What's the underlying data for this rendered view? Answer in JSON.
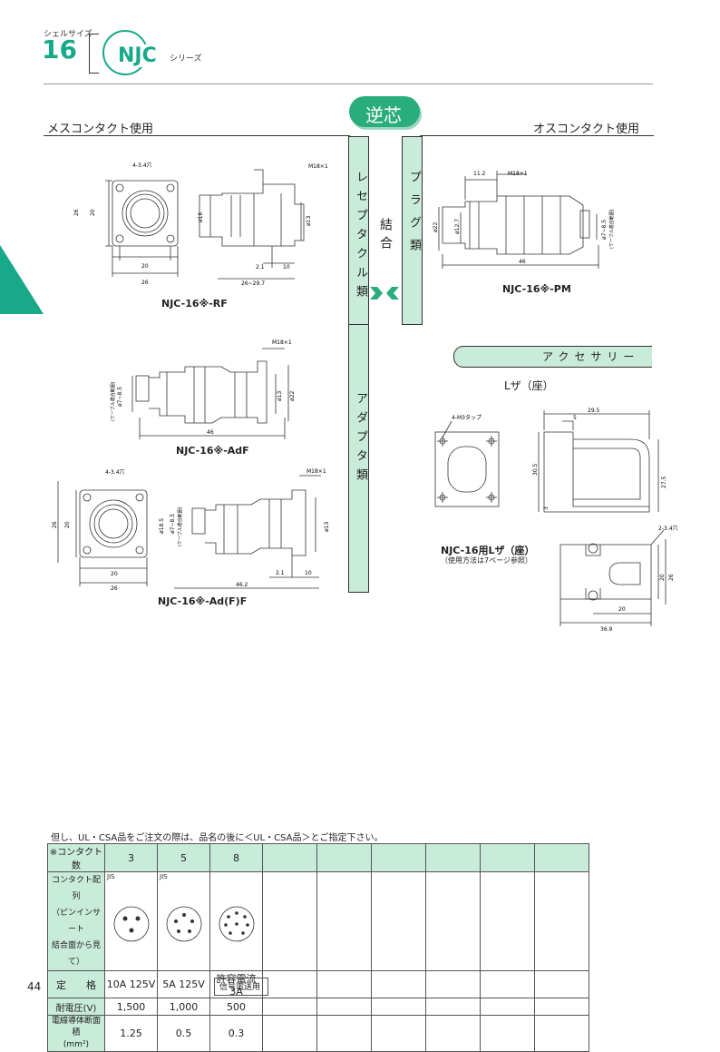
{
  "header": {
    "shell_label": "シェルサイズ",
    "shell_size": "16",
    "series_name": "NJC",
    "series_suffix": "シリーズ"
  },
  "reverse_badge": "逆芯",
  "left_heading": "メスコンタクト使用",
  "right_heading": "オスコンタクト使用",
  "column_receptacle": "レセプタクル類",
  "column_coupling": "結合",
  "column_plug": "プラグ類",
  "column_adapter": "アダプタ類",
  "accessory_heading": "アクセサリー",
  "drawings": {
    "rf": {
      "caption": "NJC-16※-RF",
      "dims": {
        "holes": "4-3.4穴",
        "thread": "M18×1",
        "w26": "26",
        "h26": "26",
        "w20": "20",
        "h20": "20",
        "d16": "ø16",
        "d13": "ø13",
        "l21": "2.1",
        "l10": "10",
        "l2629": "26~29.7"
      }
    },
    "pm": {
      "caption": "NJC-16※-PM",
      "dims": {
        "l112": "11.2",
        "thread": "M18×1",
        "d22": "ø22",
        "d127": "ø12.7",
        "d785": "ø7~8.5",
        "cable": "(ケーブル適合範囲)",
        "l46": "46"
      }
    },
    "adf": {
      "caption": "NJC-16※-AdF",
      "dims": {
        "thread": "M18×1",
        "d785": "ø7~8.5",
        "cable": "(ケーブル適合範囲)",
        "d13": "ø13",
        "d22": "ø22",
        "l46": "46"
      }
    },
    "adff": {
      "caption": "NJC-16※-Ad(F)F",
      "dims": {
        "holes": "4-3.4穴",
        "thread": "M18×1",
        "w26": "26",
        "h26": "26",
        "w20": "20",
        "h20": "20",
        "d185": "ø18.5",
        "d785": "ø7~8.5",
        "cable": "(ケーブル適合範囲)",
        "d13": "ø13",
        "l21": "2.1",
        "l10": "10",
        "l462": "46.2"
      }
    },
    "lbracket": {
      "title": "Lザ（座）",
      "caption": "NJC-16用Lザ（座）",
      "note": "（使用方法は7ページ参照）",
      "dims": {
        "tap": "4-M3タップ",
        "l295": "29.5",
        "l5": "5",
        "l305": "30.5",
        "l275": "27.5",
        "l3": "3",
        "holes": "2-3.4穴",
        "w20": "20",
        "w369": "36.9",
        "h20": "20",
        "h26": "26"
      }
    }
  },
  "note_line": "但し、UL・CSA品をご注文の際は、品名の後に＜UL・CSA品＞とご指定下さい。",
  "table": {
    "row_labels": {
      "contacts": "※コンタクト数",
      "layout": [
        "コンタクト配列",
        "（ピンインサート",
        "結合面から見て）"
      ],
      "rating": "定　　格",
      "voltage": "耐電圧(V)",
      "area": [
        "電線導体断面積",
        "(mm²)"
      ]
    },
    "columns": [
      {
        "contacts": "3",
        "rating": "10A 125V",
        "voltage": "1,500",
        "area": "1.25",
        "jis": "JIS"
      },
      {
        "contacts": "5",
        "rating": "5A 125V",
        "voltage": "1,000",
        "area": "0.5",
        "jis": "JIS"
      },
      {
        "contacts": "8",
        "rating": "許容電流3A",
        "voltage": "500",
        "area": "0.3",
        "jis": ""
      }
    ],
    "signal_note": "信号電送用"
  },
  "page_number": "44",
  "colors": {
    "accent": "#17a98a",
    "light_green": "#c9ebd9",
    "line": "#333333"
  }
}
